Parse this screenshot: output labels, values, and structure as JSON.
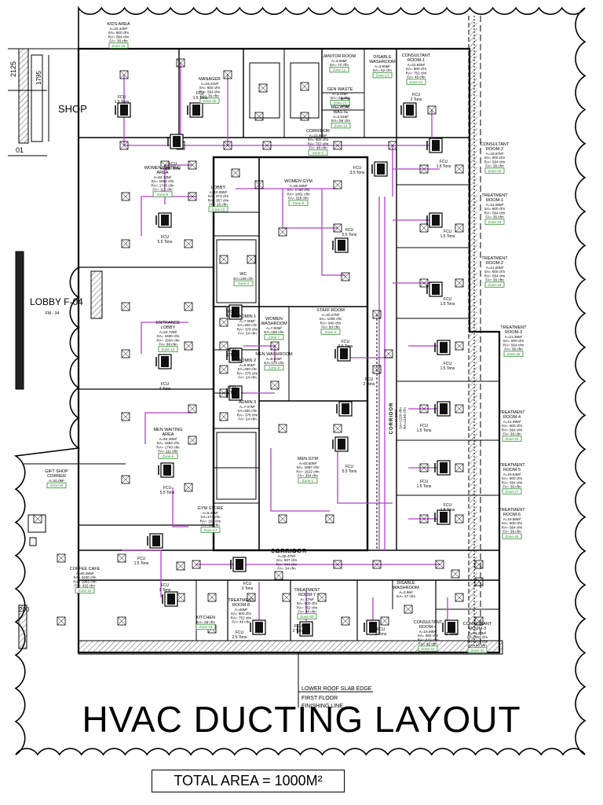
{
  "title": "HVAC DUCTING LAYOUT",
  "total_area": "TOTAL AREA = 1000M²",
  "colors": {
    "duct": "#b040c8",
    "zone": "#2e8b2e",
    "wall": "#000000",
    "hatch": "#555555"
  },
  "outside_labels": {
    "shop": "SHOP",
    "lobby": "LOBBY F-04",
    "lobby_sub": "FM - 34",
    "dim_1": "2125",
    "dim_2": "1795",
    "dim_3": "01",
    "dim_4": "200"
  },
  "bottom_notes": {
    "edge": "LOWER ROOF SLAB EDGE",
    "floor": "FIRST FLOOR",
    "line": "FINISHING LINE"
  },
  "rooms": [
    {
      "name": "KIDS AREA",
      "lines": [
        "A=20.34M²",
        "SA= 600 cfm",
        "RA= 564 cfm",
        "FA= 36 cfm"
      ],
      "zone": "Zone-18"
    },
    {
      "name": "MANAGER",
      "lines": [
        "A=19.21M²",
        "SA= 600 cfm",
        "RA= 564 cfm",
        "FA= 36 cfm"
      ],
      "zone": "Zone-20"
    },
    {
      "name": "JANITOR ROOM",
      "lines": [
        "A=3.65M²",
        "EA= 72 cfm"
      ],
      "zone": "Zone-12"
    },
    {
      "name": "DISABLE WASHROOM",
      "lines": [
        "A=3.90M²",
        "EA= 52 cfm"
      ],
      "zone": "Zone-13"
    },
    {
      "name": "CONSULTANT ROOM-1",
      "lines": [
        "A=22.82M²",
        "SA= 800 cfm",
        "RA= 752 cfm",
        "FA= 48 cfm"
      ],
      "zone": "Zone-21"
    },
    {
      "name": "GEN WASTE",
      "lines": [
        "A=3.24M²",
        "EA= 64 cfm"
      ],
      "zone": "Zone-15"
    },
    {
      "name": "MEDICAL WASTE",
      "lines": [
        "A=2.91M²",
        "EA= 58 cfm"
      ],
      "zone": "Zone-14"
    },
    {
      "name": "CORRIDOR",
      "lines": [
        "A=23.80M²",
        "SA= 805 cfm",
        "RA= 757 cfm",
        "FA= 48 cfm"
      ],
      "zone": "Zone-2"
    },
    {
      "name": "CONSULTANT ROOM-2",
      "lines": [
        "A=18.57M²",
        "SA= 600 cfm",
        "RA= 564 cfm",
        "FA= 36 cfm"
      ],
      "zone": "Zone-22"
    },
    {
      "name": "WOMEN WAITING AREA",
      "lines": [
        "A=64.33M²",
        "SA= 1854 cfm",
        "RA= 1743 cfm",
        "FA= 111 cfm"
      ],
      "zone": "Zone-6"
    },
    {
      "name": "LOBBY",
      "lines": [
        "A=10.05M²",
        "SA= 373 cfm",
        "RA= 357 cfm",
        "FA= 16 cfm"
      ],
      "zone": "Zone-11"
    },
    {
      "name": "WOMEN GYM",
      "lines": [
        "A=65.09M²",
        "SA= 1769 cfm",
        "RA= 1451 cfm",
        "FA= 318 cfm"
      ],
      "zone": "Zone-9"
    },
    {
      "name": "TREATMENT ROOM-1",
      "lines": [
        "A=21.06M²",
        "SA= 600 cfm",
        "RA= 564 cfm",
        "FA= 36 cfm"
      ],
      "zone": "Zone-23"
    },
    {
      "name": "TREATMENT ROOM-2",
      "lines": [
        "A=21.00M²",
        "SA= 600 cfm",
        "RA= 564 cfm",
        "FA= 36 cfm"
      ],
      "zone": "Zone-24"
    },
    {
      "name": "WC",
      "lines": [
        "EA=246 cfm"
      ],
      "zone": "Zone-4"
    },
    {
      "name": "ENTRANCE LOBBY",
      "lines": [
        "A=52.72M²",
        "SA= 1600 cfm",
        "RA= 1504 cfm",
        "FA= 96 cfm"
      ],
      "zone": "Zone-10"
    },
    {
      "name": "ADMIN 1",
      "lines": [
        "A=7.05M²",
        "SA=400 cfm",
        "RA= 376 cfm",
        "FA= 24 cfm"
      ]
    },
    {
      "name": "ADMIN 2",
      "lines": [
        "A=6.95M²",
        "SA=400 cfm",
        "RA= 376 cfm",
        "FA= 24 cfm"
      ]
    },
    {
      "name": "ADMIN 3",
      "lines": [
        "A=7.07M²",
        "SA=400 cfm",
        "RA= 376 cfm",
        "FA= 24 cfm"
      ]
    },
    {
      "name": "WOMEN WASHROOM",
      "lines": [
        "A=7.80M²",
        "EA=158 cfm"
      ],
      "zone": "Zone-7"
    },
    {
      "name": "MEN WASHROOM",
      "lines": [
        "A=8.60M²",
        "EA=170 cfm"
      ],
      "zone": "Zone-8"
    },
    {
      "name": "STAFF ROOM",
      "lines": [
        "A=30.27M²",
        "SA= 1000 cfm",
        "RA= 940 cfm",
        "FA= 60 cfm"
      ],
      "zone": "Zone-3"
    },
    {
      "name": "TREATMENT ROOM-3",
      "lines": [
        "A=21.39M²",
        "SA= 600 cfm",
        "RA= 564 cfm",
        "FA= 36 cfm"
      ],
      "zone": "Zone-25"
    },
    {
      "name": "TREATMENT ROOM-4",
      "lines": [
        "A=21.49M²",
        "SA= 600 cfm",
        "RA= 564 cfm",
        "FA= 36 cfm"
      ],
      "zone": "Zone-26"
    },
    {
      "name": "MEN WAITING AREA",
      "lines": [
        "A=64.30M²",
        "SA= 1854 cfm",
        "RA= 1743 cfm",
        "FA= 111 cfm"
      ],
      "zone": "Zone-5"
    },
    {
      "name": "MEN GYM",
      "lines": [
        "A=63.50M²",
        "SA= 1857 cfm",
        "RA= 1522 cfm",
        "FA= 334 cfm"
      ],
      "zone": "Zone-1"
    },
    {
      "name": "TREATMENT ROOM-5",
      "lines": [
        "A=19.54M²",
        "SA= 600 cfm",
        "RA= 564 cfm",
        "FA= 36 cfm"
      ],
      "zone": "Zone-27"
    },
    {
      "name": "TREATMENT ROOM-6",
      "lines": [
        "A=19.58M²",
        "SA= 600 cfm",
        "RA= 564 cfm",
        "FA= 36 cfm"
      ],
      "zone": "Zone-28"
    },
    {
      "name": "GIFT SHOP CORNER",
      "lines": [
        "A=20.0M²"
      ],
      "zone": "Zone-19"
    },
    {
      "name": "GYM STORE",
      "lines": [
        "A=5.49M²",
        "SA=174 cfm",
        "RA= 164 cfm",
        "FA= 10 cfm"
      ],
      "zone": "Zone-17"
    },
    {
      "name": "CORRIDOR",
      "lines": [
        "A=36.47M²",
        "SA= 837 cfm",
        "RA= 844 cfm",
        "FA= 34 cfm"
      ]
    },
    {
      "name": "COFFEE CAFE",
      "lines": [
        "A=80.35M²",
        "SA= 2400 cfm",
        "RA= 1962 cfm",
        "FA= 432 cfm"
      ],
      "zone": "Zone-16"
    },
    {
      "name": "TREATMENT ROOM-8",
      "lines": [
        "A=26M²",
        "SA= 800 cfm",
        "RA= 752 cfm",
        "FA= 48 cfm"
      ]
    },
    {
      "name": "TREATMENT ROOM-7",
      "lines": [
        "A= 27M²",
        "SA= 800 cfm",
        "RA= 752 cfm",
        "FA= 48 cfm"
      ],
      "zone": "Zone-30"
    },
    {
      "name": "DISABLE WASHROOM",
      "lines": [
        "A=3.9M²",
        "EA= 57 cfm"
      ]
    },
    {
      "name": "CONSULTANT ROOM-4",
      "lines": [
        "A=19.59M²",
        "SA= 683 cfm",
        "RA= 642 cfm",
        "FA= 41 cfm"
      ],
      "zone": "Zone-31"
    },
    {
      "name": "CONSULTANT ROOM-3",
      "lines": [
        "A=19.24M²",
        "SA= 663 cfm",
        "RA= 624 cfm",
        "FA= 40 cfm"
      ],
      "zone": "Zone-32"
    },
    {
      "name": "KITCHEN",
      "lines": [
        "EA= 26 cfm"
      ],
      "zone": "Zone-33"
    }
  ],
  "fcu_tags": [
    {
      "label": "FCU",
      "capacity": "1.5 Tons"
    },
    {
      "label": "FCU",
      "capacity": "1.5 Tons"
    },
    {
      "label": "FCU",
      "capacity": "2 Tons"
    },
    {
      "label": "FCU",
      "capacity": "3.5 Tons"
    },
    {
      "label": "FCU",
      "capacity": "3.5 Tons"
    },
    {
      "label": "FCU",
      "capacity": "1.5 Tons"
    },
    {
      "label": "FCU",
      "capacity": "5.5 Tons"
    },
    {
      "label": "FCU",
      "capacity": "5.5 Tons"
    },
    {
      "label": "FCU",
      "capacity": "1.5 Tons"
    },
    {
      "label": "FCU",
      "capacity": "1.5 Tons"
    },
    {
      "label": "FCU",
      "capacity": "1 Ton"
    },
    {
      "label": "FCU",
      "capacity": "1 Ton"
    },
    {
      "label": "FCU",
      "capacity": "1 Ton"
    },
    {
      "label": "FCU",
      "capacity": "2.5 Tons"
    },
    {
      "label": "FCU",
      "capacity": "4 Tons"
    },
    {
      "label": "FCU",
      "capacity": "1.5 Tons"
    },
    {
      "label": "FCU",
      "capacity": "1.5 Tons"
    },
    {
      "label": "FCU",
      "capacity": "5.5 Tons"
    },
    {
      "label": "FCU",
      "capacity": "5.5 Tons"
    },
    {
      "label": "FCU",
      "capacity": "1.5 Tons"
    },
    {
      "label": "FCU",
      "capacity": "1.5 Tons"
    },
    {
      "label": "FCU",
      "capacity": "1.5 Tons"
    },
    {
      "label": "FCU",
      "capacity": "3 Tons"
    },
    {
      "label": "FCU",
      "capacity": "3 Tons"
    },
    {
      "label": "FCU",
      "capacity": "2.5 Tons"
    },
    {
      "label": "FCU",
      "capacity": "2 Tons"
    },
    {
      "label": "FCU",
      "capacity": "2 Tons"
    },
    {
      "label": "FCU",
      "capacity": "2 Tons"
    },
    {
      "label": "FCU",
      "capacity": "2 Tons"
    }
  ],
  "corridor_vertical": {
    "name": "CORRIDOR",
    "lines": [
      "A=44.00M²",
      "SA=1220 cfm",
      "RA=1150 cfm"
    ]
  },
  "corridor_bottom_label": "CORRIDOR"
}
